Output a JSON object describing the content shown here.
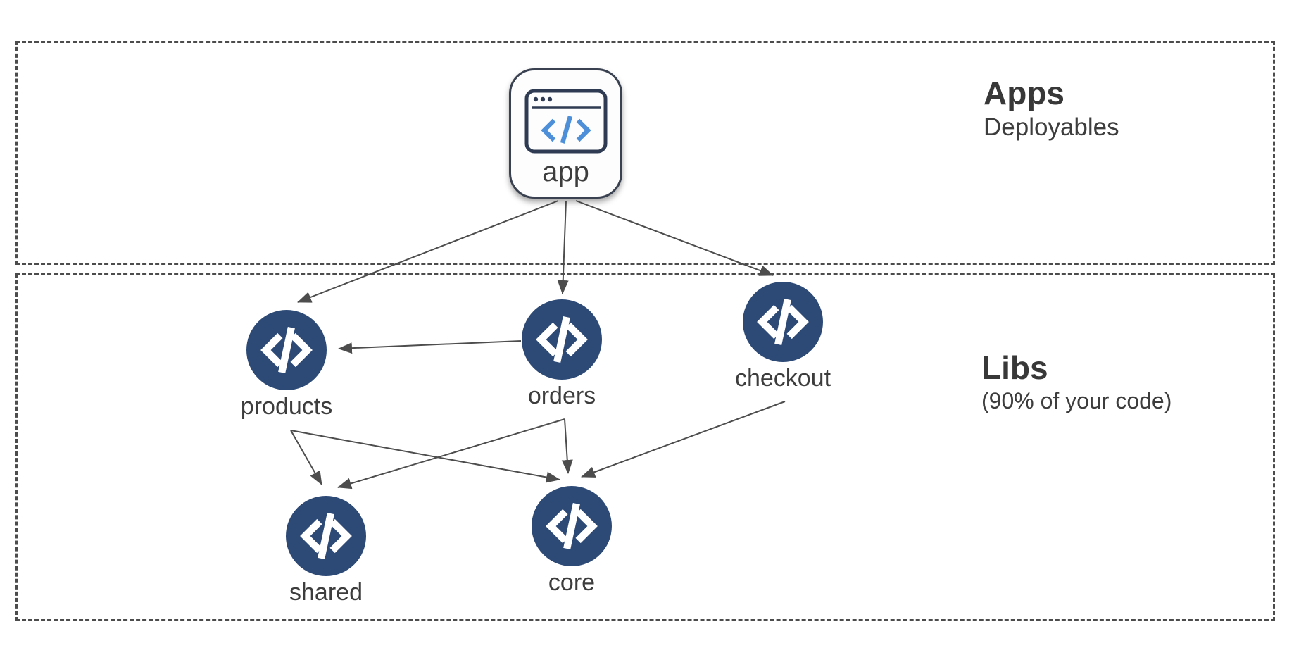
{
  "diagram": {
    "sections": {
      "apps": {
        "title": "Apps",
        "subtitle": "Deployables"
      },
      "libs": {
        "title": "Libs",
        "subtitle": "(90% of your code)"
      }
    },
    "nodes": {
      "app": {
        "label": "app",
        "icon": "browser-code-icon"
      },
      "products": {
        "label": "products",
        "icon": "code-brackets-icon"
      },
      "orders": {
        "label": "orders",
        "icon": "code-brackets-icon"
      },
      "checkout": {
        "label": "checkout",
        "icon": "code-brackets-icon"
      },
      "shared": {
        "label": "shared",
        "icon": "code-brackets-icon"
      },
      "core": {
        "label": "core",
        "icon": "code-brackets-icon"
      }
    },
    "edges": [
      {
        "from": "app",
        "to": "products"
      },
      {
        "from": "app",
        "to": "orders"
      },
      {
        "from": "app",
        "to": "checkout"
      },
      {
        "from": "orders",
        "to": "products"
      },
      {
        "from": "products",
        "to": "shared"
      },
      {
        "from": "products",
        "to": "core"
      },
      {
        "from": "orders",
        "to": "shared"
      },
      {
        "from": "orders",
        "to": "core"
      },
      {
        "from": "checkout",
        "to": "core"
      }
    ],
    "colors": {
      "node_fill": "#2d4a77",
      "glyph_white": "#ffffff",
      "glyph_blue": "#4d90d9",
      "browser_outline": "#2e3b52",
      "arrow": "#4d4d4d",
      "dashed_border": "#4c4c4c",
      "text": "#3d3d3d"
    }
  }
}
